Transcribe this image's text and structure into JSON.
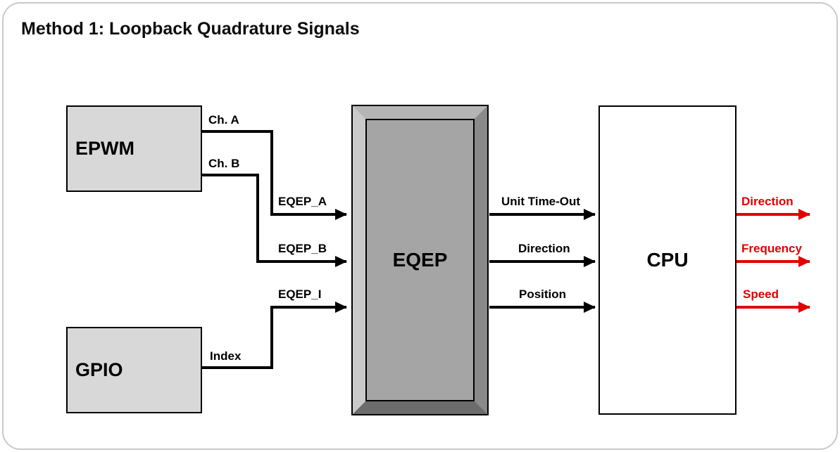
{
  "title": "Method 1: Loopback Quadrature Signals",
  "blocks": {
    "epwm": {
      "label": "EPWM"
    },
    "gpio": {
      "label": "GPIO"
    },
    "eqep": {
      "label": "EQEP"
    },
    "cpu": {
      "label": "CPU"
    }
  },
  "signals": {
    "ch_a": "Ch. A",
    "ch_b": "Ch. B",
    "index": "Index",
    "eqep_a": "EQEP_A",
    "eqep_b": "EQEP_B",
    "eqep_i": "EQEP_I",
    "unit_timeout": "Unit Time-Out",
    "direction_in": "Direction",
    "position": "Position"
  },
  "outputs": {
    "direction": "Direction",
    "frequency": "Frequency",
    "speed": "Speed"
  },
  "colors": {
    "output_red": "#e10000",
    "block_fill": "#d8d8d8",
    "eqep_fill": "#a5a5a5",
    "wire_black": "#000000",
    "frame_gray": "#c9c9c9"
  }
}
